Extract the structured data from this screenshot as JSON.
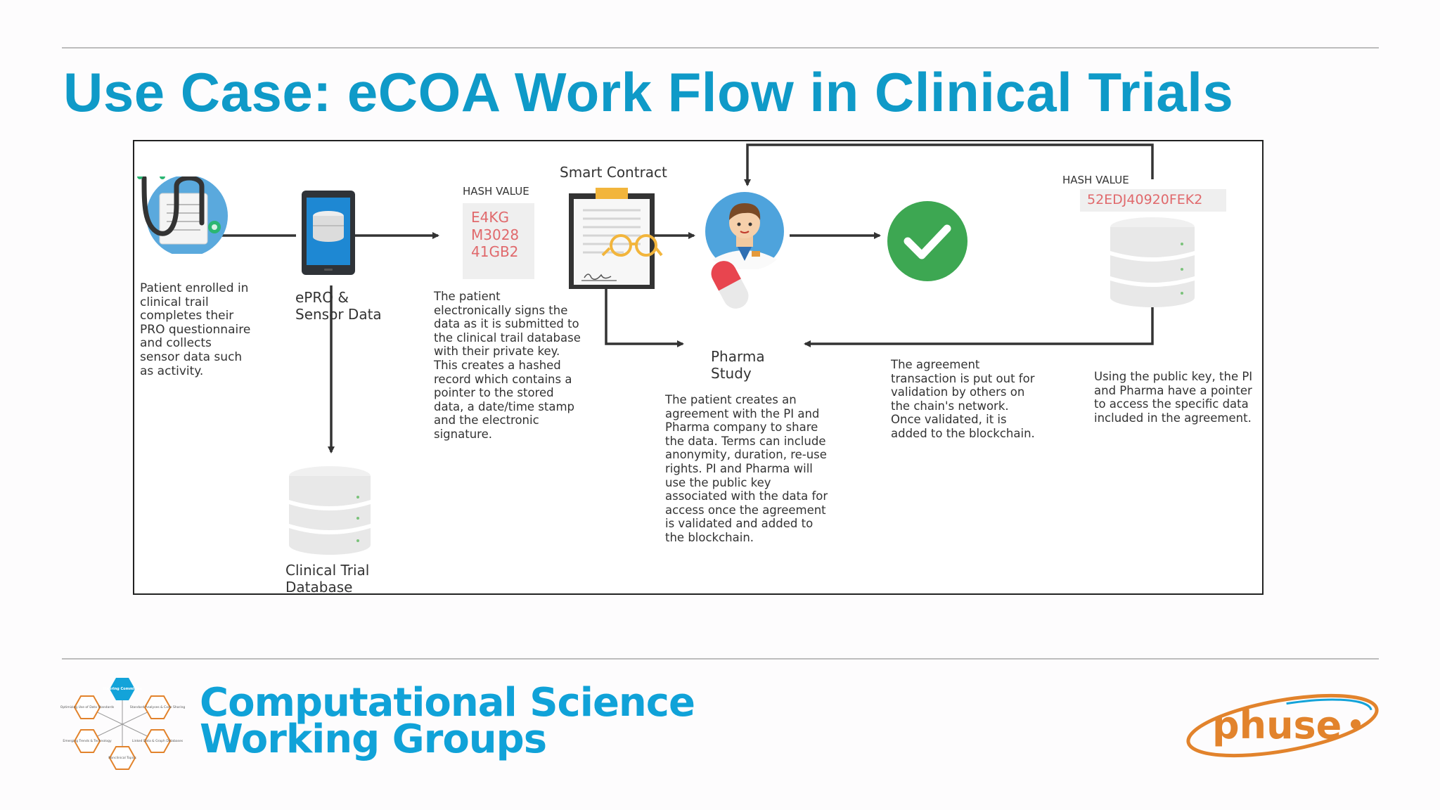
{
  "slide": {
    "title": "Use Case: eCOA Work Flow in Clinical Trials"
  },
  "diagram": {
    "step_patient": {
      "icon": "stethoscope-clipboard-icon",
      "text": "Patient enrolled in\nclinical trail\ncompletes their\nPRO questionnaire\nand collects\nsensor data such\nas activity."
    },
    "step_epro": {
      "icon": "tablet-database-icon",
      "label": "ePRO &\nSensor Data"
    },
    "database_label": "Clinical Trial\nDatabase",
    "hash1": {
      "caption": "HASH VALUE",
      "value": "E4KG\nM3028\n41GB2"
    },
    "hash1_text": "The patient\nelectronically signs the\ndata as it is submitted to\nthe clinical trail database\nwith their private key.\nThis creates a hashed\nrecord which contains a\npointer to the stored\ndata, a date/time stamp\nand the electronic\nsignature.",
    "smart_contract": {
      "label": "Smart Contract",
      "icon": "clipboard-contract-icon"
    },
    "doctor": {
      "icon": "doctor-avatar-icon"
    },
    "pharma": {
      "icon": "pill-icon",
      "label": "Pharma\nStudy",
      "text": "The patient creates an\nagreement with the PI and\nPharma company to share\nthe data. Terms can include\nanonymity, duration, re-use\nrights. PI and Pharma will\nuse the public key\nassociated with the data for\naccess once the agreement\nis validated and added to\nthe blockchain."
    },
    "validation": {
      "icon": "checkmark-circle-icon",
      "color": "#3da752",
      "text": "The agreement\ntransaction is put out for\nvalidation by others on\nthe chain's network.\nOnce validated, it is\nadded to the blockchain."
    },
    "hash2": {
      "caption": "HASH VALUE",
      "value": "52EDJ40920FEK2",
      "text": "Using the public key, the PI\nand Pharma have a pointer\nto access the specific data\nincluded in the agreement."
    }
  },
  "footer": {
    "brand_text": "Computational Science\nWorking Groups",
    "logo_text": "phuse",
    "hexagons": [
      "Steering Committee",
      "Standard Analyses & Code Sharing",
      "Linked Data & Graph Databases",
      "Nonclinical Topics",
      "Emerging Trends & Technology",
      "Optimizing Use of Data Standards"
    ],
    "colors": {
      "title_blue": "#0f9ac8",
      "brand_blue": "#10a2d8",
      "phuse_orange": "#e2832c",
      "hash_red": "#e0696c"
    }
  }
}
